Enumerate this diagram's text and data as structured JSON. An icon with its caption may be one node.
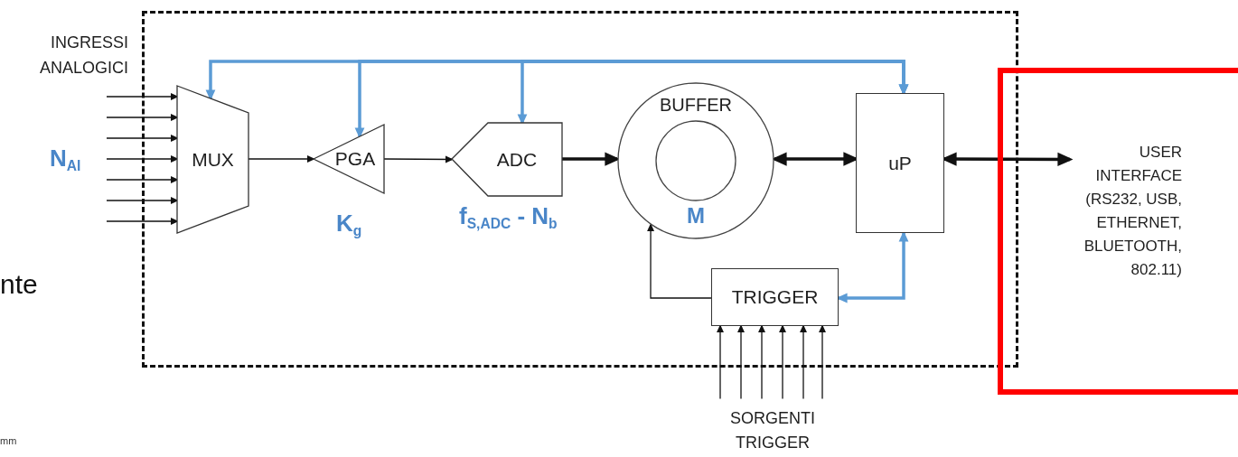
{
  "diagram": {
    "nodes": [
      {
        "text": [],
        "shape": "box"
      },
      {
        "text": [
          "MUX"
        ],
        "in": 0
      },
      {
        "text": [
          "PGA"
        ],
        "in": 0,
        "beside": [
          "K$_{g}$"
        ]
      },
      {
        "text": [
          "ADC"
        ],
        "in": 0,
        "beside": [
          "f$_{S,ADC}$ - N$_{b}$"
        ]
      },
      {
        "text": [
          "BUFFER",
          "M"
        ],
        "in": 0
      },
      {
        "text": [
          "uP"
        ],
        "in": 0
      },
      {
        "text": [
          "TRIGGER"
        ],
        "in": 0
      },
      {
        "text": [],
        "shape": "box"
      },
      {
        "text": [
          "USER INTERFACE (RS232, USB, ETHERNET, BLUETOOTH, 802.11)"
        ],
        "in": 7
      },
      {
        "text": [
          "SORGENTI TRIGGER"
        ]
      }
    ],
    "edges": [
      {
        "from": null,
        "to": 1,
        "arrow": "to"
      },
      {
        "from": null,
        "to": 1,
        "arrow": "to"
      },
      {
        "from": null,
        "to": 1,
        "arrow": "to"
      },
      {
        "from": null,
        "to": 1,
        "arrow": "to"
      },
      {
        "from": null,
        "to": 1,
        "arrow": "to"
      },
      {
        "from": null,
        "to": 1,
        "arrow": "to"
      },
      {
        "from": null,
        "to": 1,
        "arrow": "to"
      },
      {
        "from": 1,
        "to": 2,
        "arrow": "to"
      },
      {
        "from": 2,
        "to": 3,
        "arrow": "to"
      },
      {
        "from": 3,
        "to": 4,
        "arrow": "to",
        "style": "thick"
      },
      {
        "from": 4,
        "to": 5,
        "arrow": "both",
        "style": "thick"
      },
      {
        "from": 5,
        "to": 8,
        "arrow": "both",
        "style": "thick"
      },
      {
        "from": 6,
        "to": 4,
        "arrow": "to"
      },
      {
        "from": 5,
        "to": 1,
        "arrow": "both",
        "style": "thick",
        "color": "#5b9bd5"
      },
      {
        "from": 5,
        "to": 2,
        "arrow": "both",
        "style": "thick",
        "color": "#5b9bd5"
      },
      {
        "from": 5,
        "to": 3,
        "arrow": "both",
        "style": "thick",
        "color": "#5b9bd5"
      },
      {
        "from": 6,
        "to": 5,
        "arrow": "both",
        "style": "thick",
        "color": "#5b9bd5"
      },
      {
        "from": 9,
        "to": 6,
        "arrow": "to"
      },
      {
        "from": 9,
        "to": 6,
        "arrow": "to"
      },
      {
        "from": 9,
        "to": 6,
        "arrow": "to"
      },
      {
        "from": 9,
        "to": 6,
        "arrow": "to"
      },
      {
        "from": 9,
        "to": 6,
        "arrow": "to"
      },
      {
        "from": 9,
        "to": 6,
        "arrow": "to"
      }
    ],
    "labels": [
      "INGRESSI ANALOGICI",
      "N$_{AI}$",
      "nte",
      "mm"
    ]
  }
}
